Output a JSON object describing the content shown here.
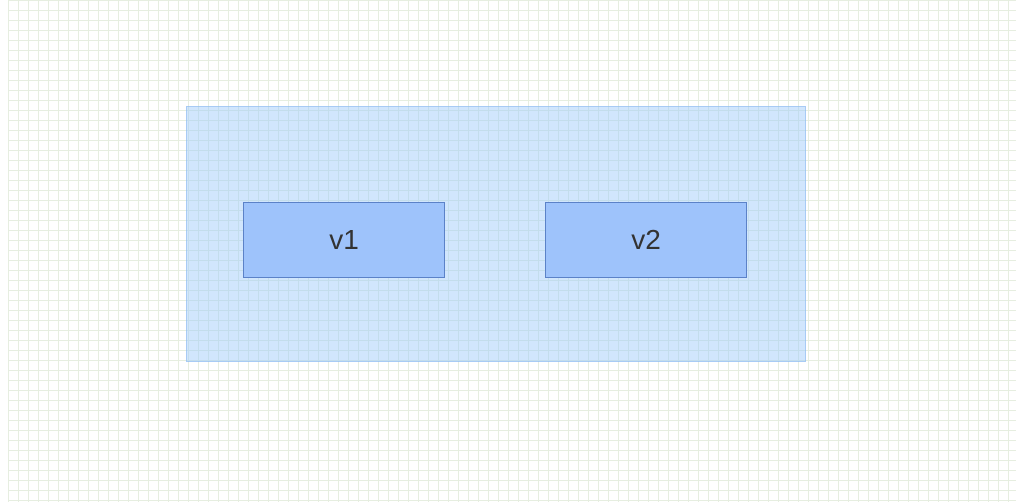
{
  "diagram": {
    "group": {
      "fill": "#99c7fa",
      "nodes": [
        {
          "id": "v1",
          "label": "v1",
          "fill": "#9ec3fb",
          "stroke": "#5b82c8"
        },
        {
          "id": "v2",
          "label": "v2",
          "fill": "#9ec3fb",
          "stroke": "#5b82c8"
        }
      ]
    },
    "grid_color": "#e6eee0"
  }
}
